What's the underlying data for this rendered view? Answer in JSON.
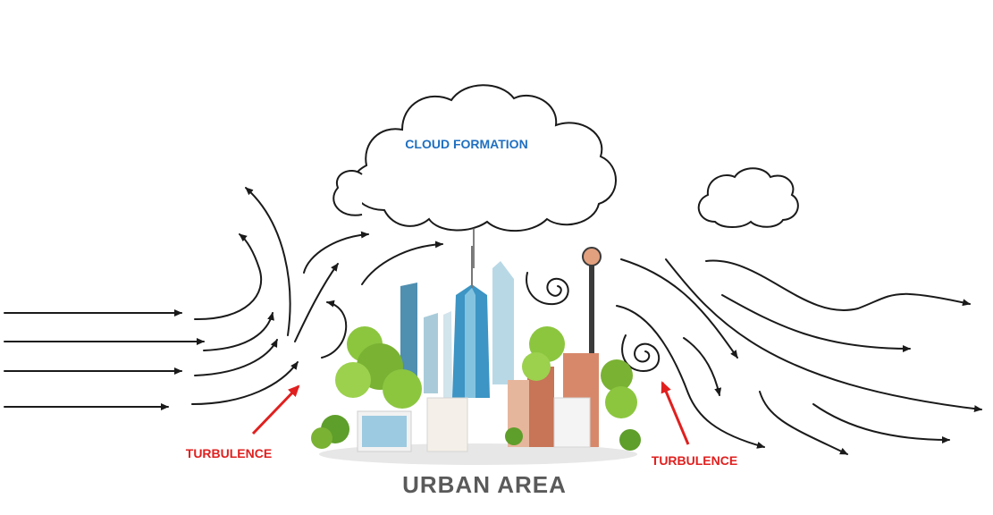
{
  "labels": {
    "cloud": "CLOUD FORMATION",
    "turbulence_left": "TURBULENCE",
    "turbulence_right": "TURBULENCE",
    "urban": "URBAN AREA"
  },
  "colors": {
    "cloud_label": "#1f6fc0",
    "turbulence": "#e0201f",
    "urban_label": "#5a5a5a",
    "flow": "#1a1a1a",
    "tree": "#8cc63f",
    "tree_dark": "#5e9e2a",
    "glass": "#6fb7d6",
    "brick": "#d8886a"
  }
}
